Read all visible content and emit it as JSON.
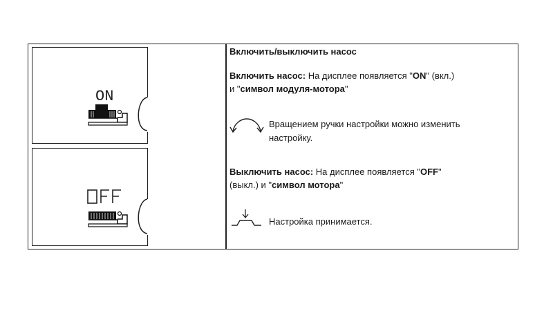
{
  "title": "Включить/выключить насос",
  "on": {
    "label": "Включить насос:",
    "text_a": " На дисплее появляется \"",
    "value": "ON",
    "text_b": "\" (вкл.)",
    "line2_a": "и \"",
    "symbol": "символ модуля-мотора",
    "line2_b": "\""
  },
  "rotate": {
    "line1": "Вращением ручки настройки можно изменить",
    "line2": "настройку."
  },
  "off": {
    "label": "Выключить насос:",
    "text_a": " На дисплее появляется \"",
    "value": "OFF",
    "text_b": "\"",
    "line2_a": "(выкл.) и \"",
    "symbol": "символ мотора",
    "line2_b": "\""
  },
  "accept": {
    "text": "Настройка принимается."
  },
  "display": {
    "on_text": "ON",
    "off_text": "OFF"
  },
  "icons": {
    "rotate": "rotate-arrows-icon",
    "press": "press-button-icon",
    "motor_module": "motor-module-icon",
    "motor": "motor-icon"
  }
}
